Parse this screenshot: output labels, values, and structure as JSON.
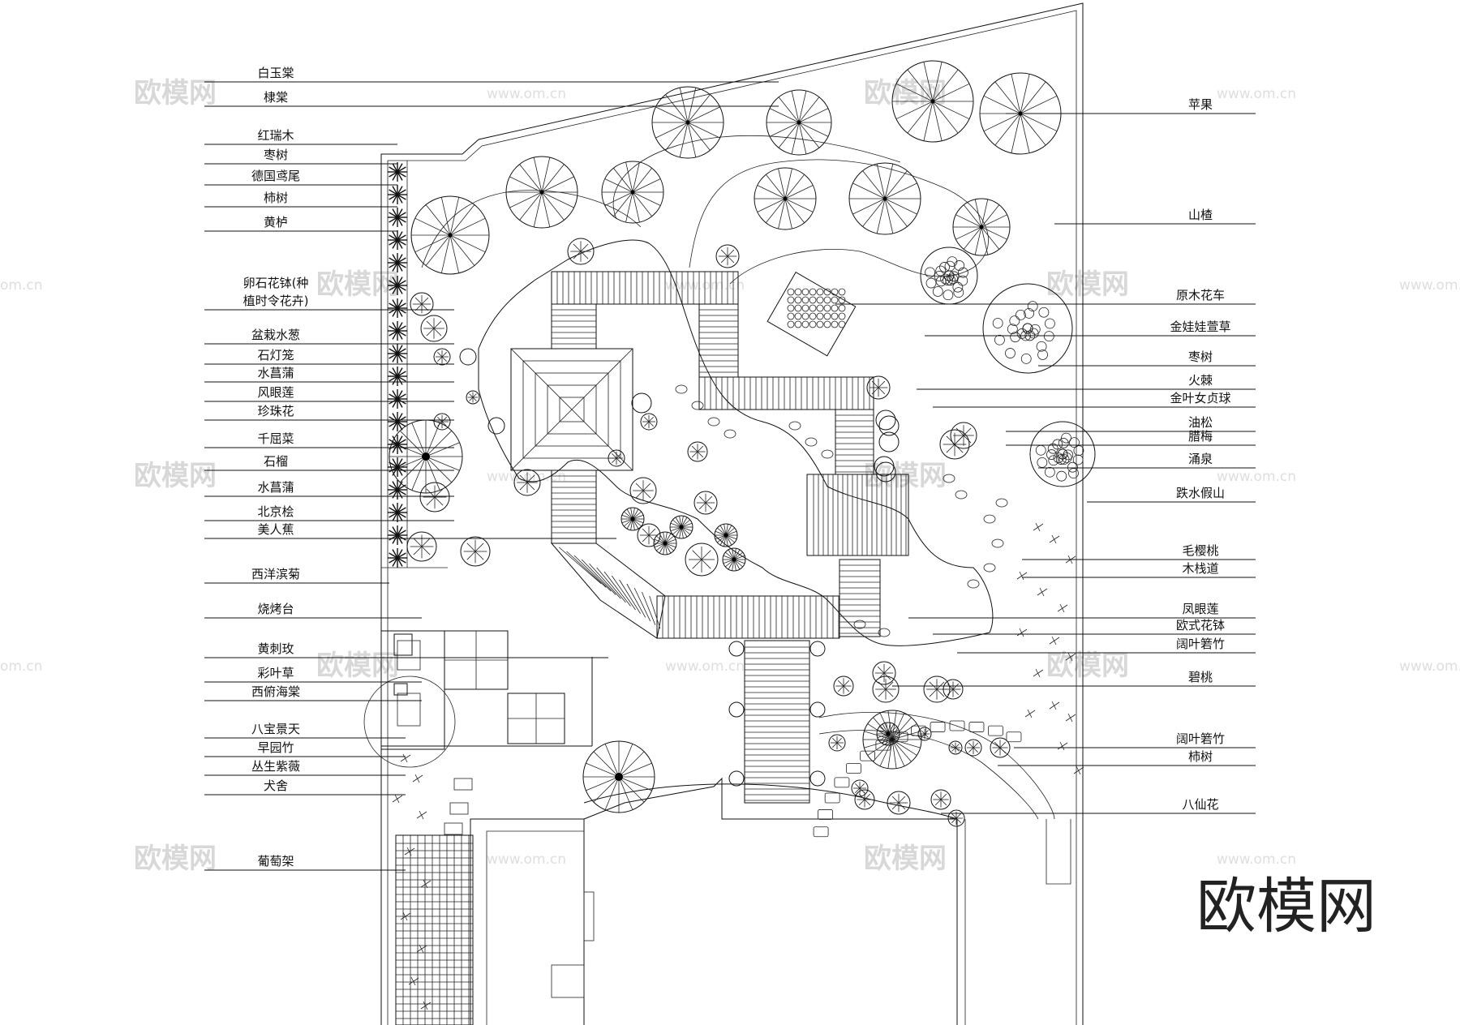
{
  "left_labels": [
    "白玉棠",
    "棣棠",
    "红瑞木",
    "枣树",
    "德国鸢尾",
    "柿树",
    "黄栌",
    "卵石花钵(种",
    "植时令花卉)",
    "盆栽水葱",
    "石灯笼",
    "水菖蒲",
    "风眼莲",
    "珍珠花",
    "千屈菜",
    "石榴",
    "水菖蒲",
    "北京桧",
    "美人蕉",
    "西洋滨菊",
    "烧烤台",
    "黄刺玫",
    "彩叶草",
    "西俯海棠",
    "八宝景天",
    "早园竹",
    "丛生紫薇",
    "犬舍",
    "葡萄架"
  ],
  "right_labels": [
    "苹果",
    "山楂",
    "原木花车",
    "金娃娃萱草",
    "枣树",
    "火棘",
    "金叶女贞球",
    "油松",
    "腊梅",
    "涌泉",
    "跌水假山",
    "毛樱桃",
    "木栈道",
    "凤眼莲",
    "欧式花钵",
    "阔叶箬竹",
    "碧桃",
    "阔叶箬竹",
    "柿树",
    "八仙花"
  ],
  "watermark": {
    "brand": "欧模网",
    "url": "www.om.cn",
    "url_short": "om.cn"
  }
}
